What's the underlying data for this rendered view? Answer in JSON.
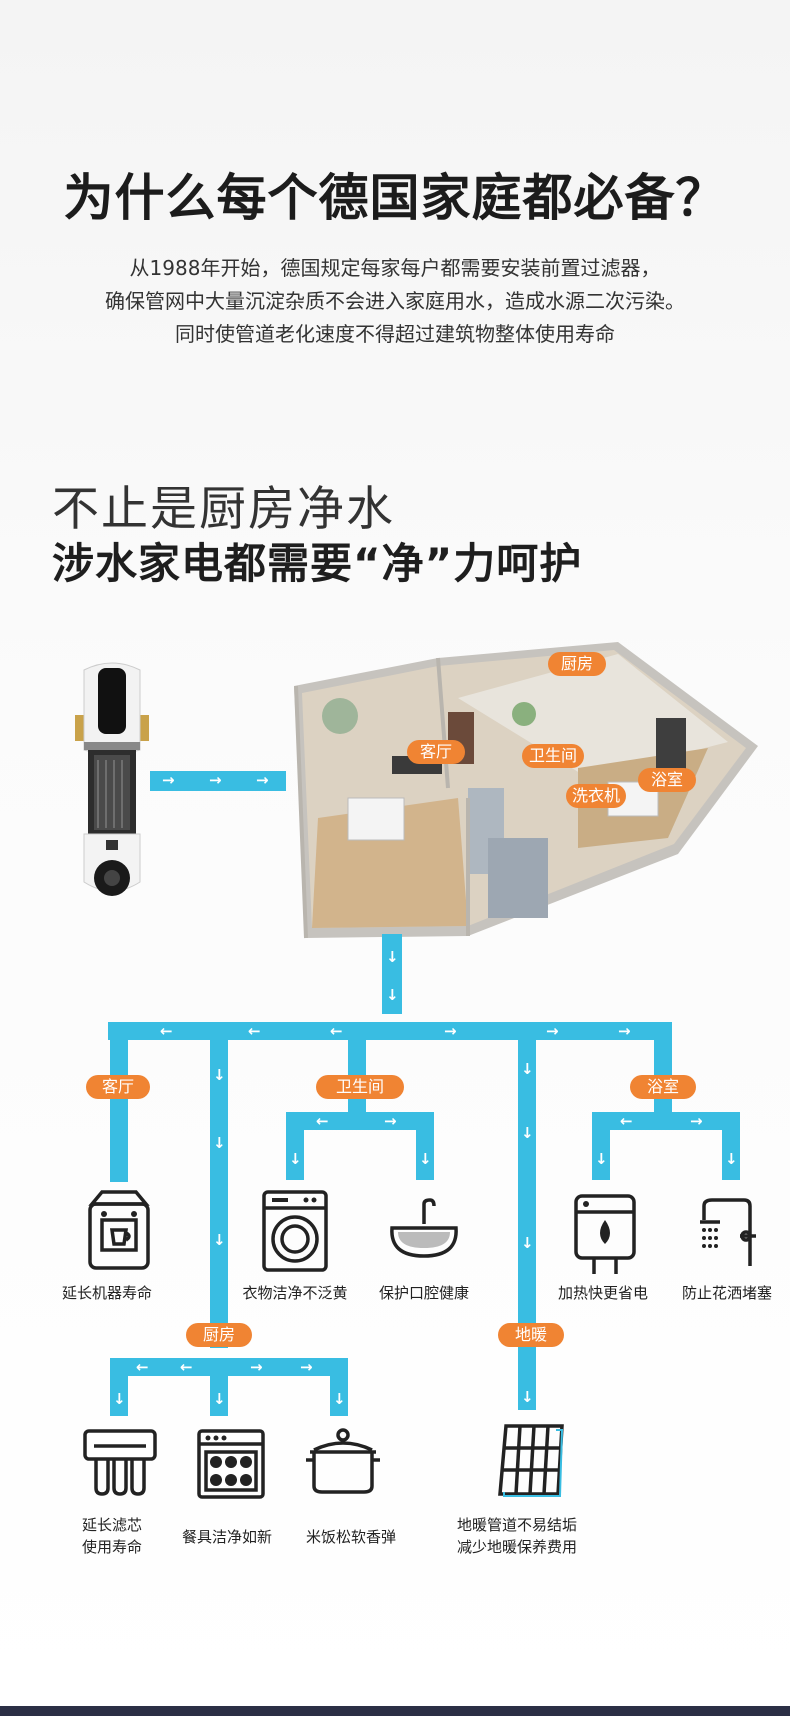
{
  "title": "为什么每个德国家庭都必备？",
  "intro_lines": [
    "从1988年开始，德国规定每家每户都需要安装前置过滤器，",
    "确保管网中大量沉淀杂质不会进入家庭用水，造成水源二次污染。",
    "同时使管道老化速度不得超过建筑物整体使用寿命"
  ],
  "headline": {
    "line1": "不止是厨房净水",
    "line2": "涉水家电都需要“净”力呵护"
  },
  "house_labels": {
    "kitchen": "厨房",
    "living": "客厅",
    "bathroom": "卫生间",
    "washer": "洗衣机",
    "bath": "浴室"
  },
  "branches": {
    "living": "客厅",
    "bathroom": "卫生间",
    "bath": "浴室",
    "kitchen": "厨房",
    "floor_heating": "地暖"
  },
  "items": {
    "dispenser": "延长机器寿命",
    "washer": "衣物洁净不泛黄",
    "basin": "保护口腔健康",
    "heater": "加热快更省电",
    "shower": "防止花洒堵塞",
    "purifier_1": "延长滤芯",
    "purifier_2": "使用寿命",
    "dishwasher": "餐具洁净如新",
    "cooker": "米饭松软香弹",
    "floor_1": "地暖管道不易结垢",
    "floor_2": "减少地暖保养费用"
  },
  "colors": {
    "pipe": "#39bde2",
    "tag": "#f08433",
    "title": "#1c1c1c"
  },
  "icons": [
    "pre-filter-product",
    "house-floorplan",
    "water-dispenser-icon",
    "washing-machine-icon",
    "wash-basin-icon",
    "water-heater-icon",
    "shower-icon",
    "water-purifier-icon",
    "dishwasher-icon",
    "cooking-pot-icon",
    "floor-heating-icon"
  ]
}
